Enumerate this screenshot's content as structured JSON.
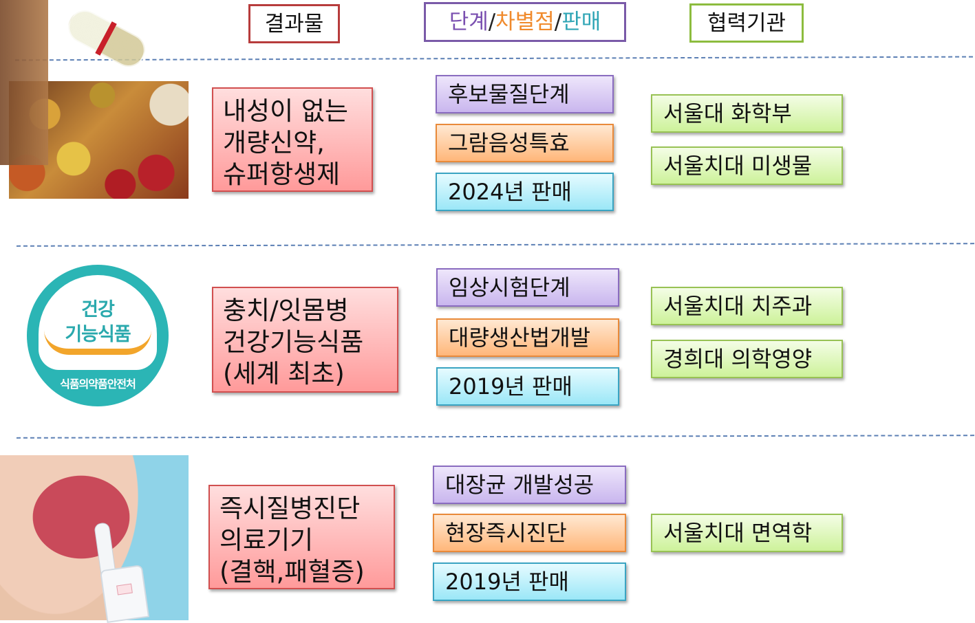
{
  "header": {
    "result": "결과물",
    "stage_parts": [
      "단계",
      "/",
      "차별점",
      "/",
      "판매"
    ],
    "partner": "협력기관"
  },
  "colors": {
    "result_border": "#d14f4f",
    "stage_purple": "#7a4fb0",
    "stage_orange": "#f08a2c",
    "stage_teal": "#2fa5b5",
    "partner_border": "#98c254",
    "separator": "#5b7fb4"
  },
  "rows": [
    {
      "image": "pills-photo",
      "result_lines": [
        "내성이 없는",
        "개량신약,",
        "슈퍼항생제"
      ],
      "stage": "후보물질단계",
      "feature": "그람음성특효",
      "sale": "2024년 판매",
      "partners": [
        "서울대 화학부",
        "서울치대 미생물"
      ]
    },
    {
      "image": "health-food-badge",
      "badge": {
        "line1": "건강",
        "line2": "기능식품",
        "footer": "식품의약품안전처"
      },
      "result_lines": [
        "충치/잇몸병",
        "건강기능식품",
        "(세계 최초)"
      ],
      "stage": "임상시험단계",
      "feature": "대량생산법개발",
      "sale": "2019년 판매",
      "partners": [
        "서울치대 치주과",
        "경희대 의학영양"
      ]
    },
    {
      "image": "saliva-test-photo",
      "result_lines": [
        "즉시질병진단",
        "의료기기",
        "(결핵,패혈증)"
      ],
      "stage": "대장균 개발성공",
      "feature": "현장즉시진단",
      "sale": "2019년 판매",
      "partners": [
        "서울치대 면역학"
      ]
    }
  ]
}
